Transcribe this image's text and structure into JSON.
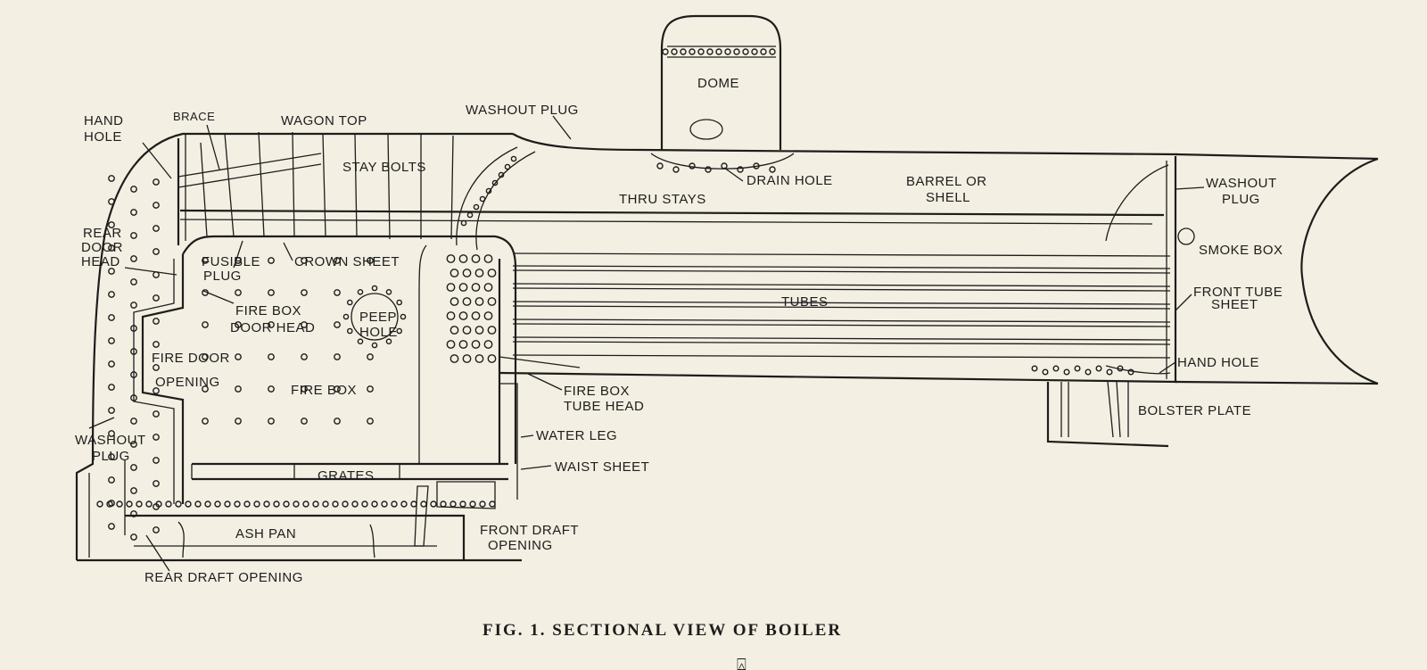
{
  "labels": {
    "hand_hole_top_1": "HAND",
    "hand_hole_top_2": "HOLE",
    "brace": "BRACE",
    "wagon_top": "WAGON TOP",
    "washout_plug_top": "WASHOUT PLUG",
    "dome": "DOME",
    "stay_bolts": "STAY BOLTS",
    "drain_hole": "DRAIN HOLE",
    "barrel_1": "BARREL OR",
    "barrel_2": "SHELL",
    "thru_stays": "THRU STAYS",
    "washout_plug_front_1": "WASHOUT",
    "washout_plug_front_2": "PLUG",
    "rear_door_head_1": "REAR",
    "rear_door_head_2": "DOOR",
    "rear_door_head_3": "HEAD",
    "fusible_plug_1": "FUSIBLE",
    "fusible_plug_2": "PLUG",
    "crown_sheet": "CROWN SHEET",
    "smoke_box": "SMOKE BOX",
    "front_tube_sheet_1": "FRONT TUBE",
    "front_tube_sheet_2": "SHEET",
    "tubes": "TUBES",
    "fire_box_door_head_1": "FIRE BOX",
    "fire_box_door_head_2": "DOOR HEAD",
    "peep_hole_1": "PEEP",
    "peep_hole_2": "HOLE",
    "fire_door_opening_1": "FIRE DOOR",
    "fire_door_opening_2": "OPENING",
    "fire_box": "FIRE BOX",
    "hand_hole_front": "HAND HOLE",
    "fire_box_tube_head_1": "FIRE BOX",
    "fire_box_tube_head_2": "TUBE HEAD",
    "bolster_plate": "BOLSTER PLATE",
    "water_leg": "WATER LEG",
    "washout_plug_rear_1": "WASHOUT",
    "washout_plug_rear_2": "PLUG",
    "grates": "GRATES",
    "waist_sheet": "WAIST SHEET",
    "ash_pan": "ASH PAN",
    "front_draft_opening_1": "FRONT DRAFT",
    "front_draft_opening_2": "OPENING",
    "rear_draft_opening": "REAR DRAFT OPENING"
  },
  "caption": "FIG. 1. SECTIONAL VIEW OF BOILER",
  "colors": {
    "paper": "#f3efe3",
    "ink": "#1d1d1b"
  }
}
